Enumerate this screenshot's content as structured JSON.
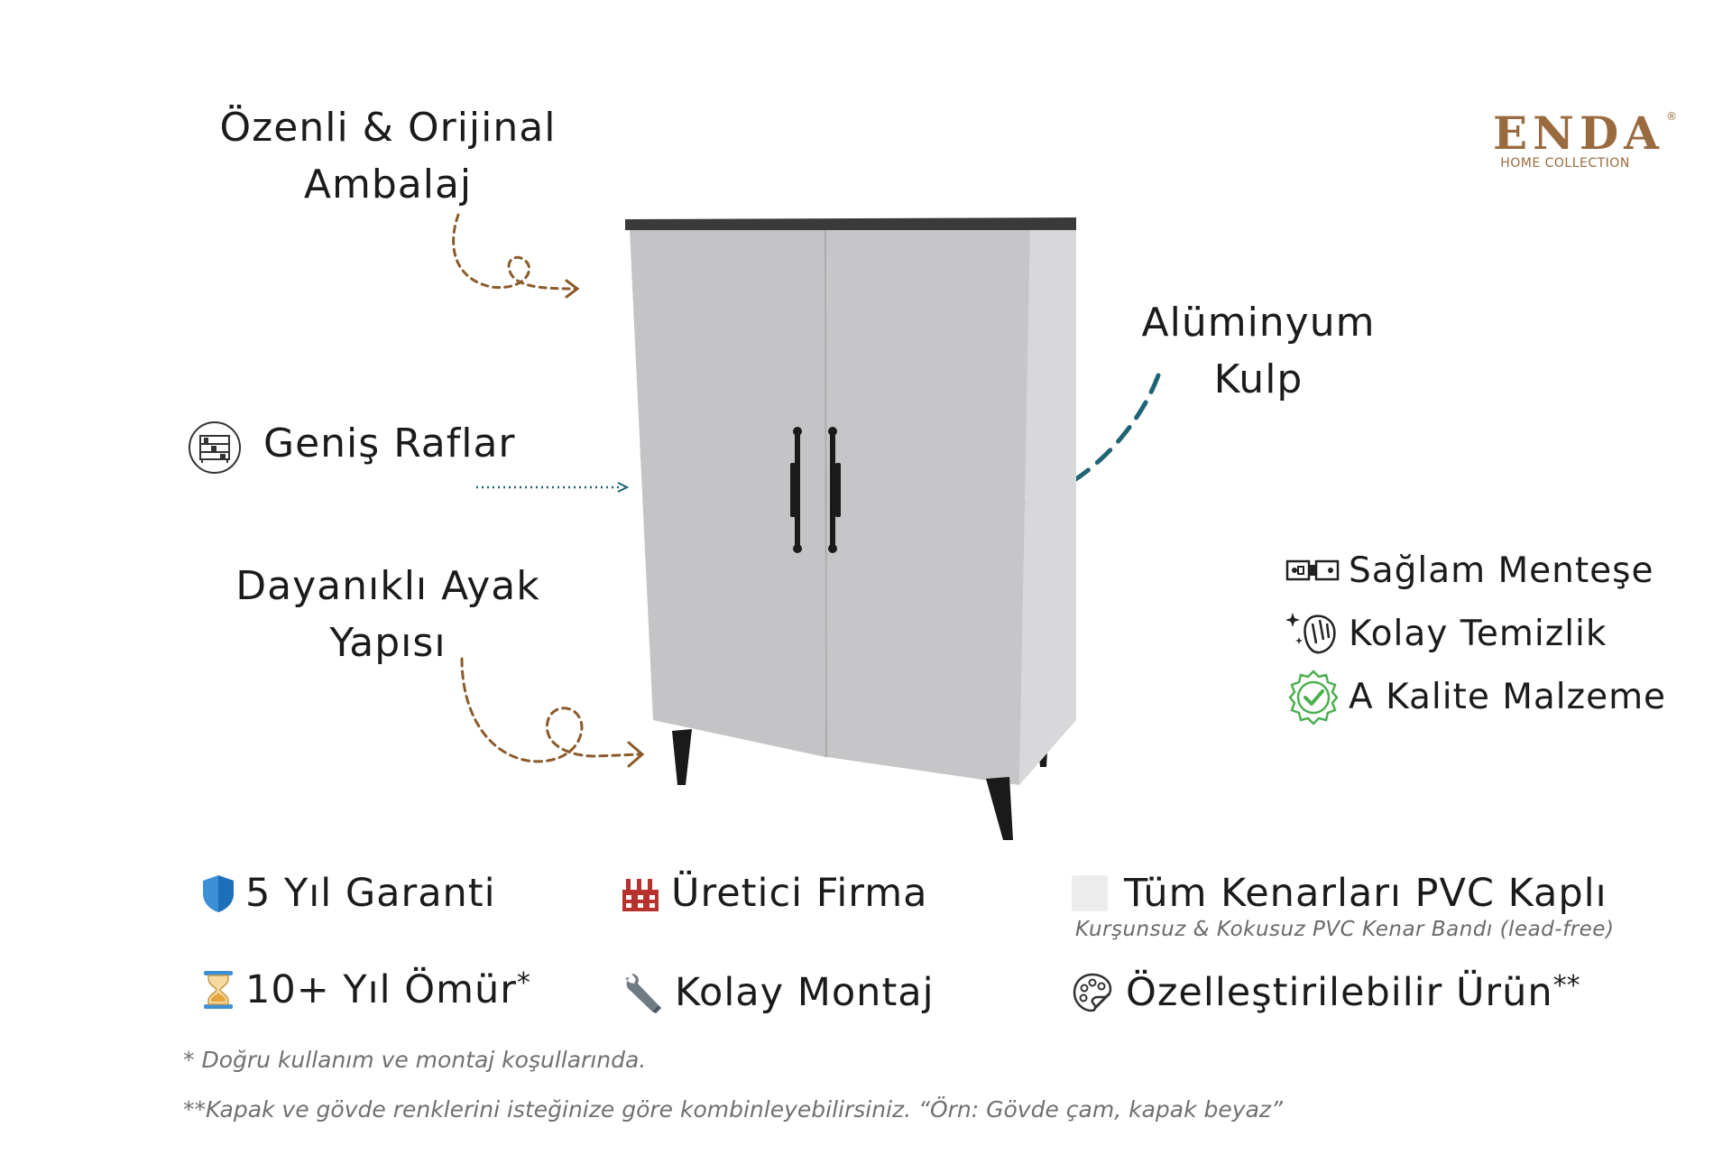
{
  "brand": {
    "logo_text": "ENDA",
    "registered_mark": "®",
    "tagline": "HOME COLLECTION",
    "color": "#9a6b3f"
  },
  "callouts": {
    "packaging": [
      "Özenli & Orijinal",
      "Ambalaj"
    ],
    "shelves": "Geniş Raflar",
    "legs": [
      "Dayanıklı Ayak",
      "Yapısı"
    ],
    "handle": [
      "Alüminyum",
      "Kulp"
    ]
  },
  "features": [
    {
      "icon": "hinge-icon",
      "label": "Sağlam Menteşe"
    },
    {
      "icon": "cleaning-hand-icon",
      "label": "Kolay Temizlik"
    },
    {
      "icon": "quality-badge-icon",
      "label": "A Kalite Malzeme"
    }
  ],
  "bottom_features": {
    "warranty": {
      "icon": "shield-icon",
      "label": "5 Yıl Garanti"
    },
    "manufacturer": {
      "icon": "factory-icon",
      "label": "Üretici Firma"
    },
    "pvc": {
      "icon": "white-square-icon",
      "label": "Tüm Kenarları PVC Kaplı",
      "sub": "Kurşunsuz & Kokusuz PVC Kenar Bandı (lead-free)"
    },
    "lifetime": {
      "icon": "hourglass-icon",
      "label": "10+ Yıl Ömür",
      "mark": "*"
    },
    "assembly": {
      "icon": "wrench-icon",
      "label": "Kolay Montaj"
    },
    "custom": {
      "icon": "palette-icon",
      "label": "Özelleştirilebilir Ürün",
      "mark": "**"
    }
  },
  "footnotes": [
    "* Doğru kullanım ve montaj koşullarında.",
    "**Kapak ve gövde renklerini isteğinize göre kombinleyebilirsiniz. “Örn: Gövde çam, kapak beyaz”"
  ],
  "colors": {
    "cabinet_body": "#c4c4c6",
    "cabinet_top": "#3a3a3a",
    "brown_arrow": "#8b5a2b",
    "teal_arrow": "#1f6474",
    "shield_blue": "#3d8fd6",
    "factory_red": "#b7322d",
    "check_green": "#4caf50"
  }
}
